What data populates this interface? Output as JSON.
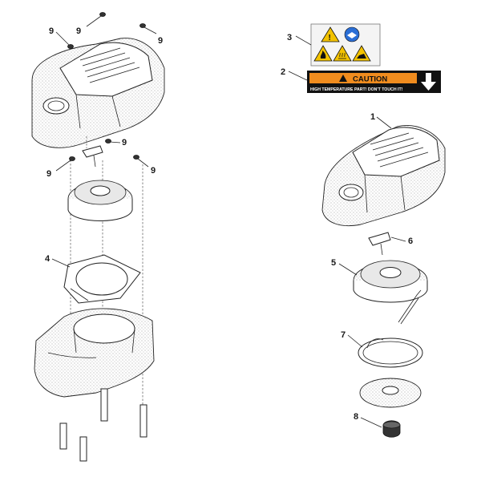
{
  "callouts": {
    "c1": "1",
    "c2": "2",
    "c3": "3",
    "c4": "4",
    "c5": "5",
    "c6": "6",
    "c7": "7",
    "c8": "8",
    "c9": "9"
  },
  "caution_label": {
    "title": "CAUTION",
    "subtitle": "HIGH TEMPERATURE PART! DON'T TOUCH IT!",
    "title_color": "#f08c1e",
    "band_color": "#111111"
  },
  "warning_label": {
    "triangle_color": "#f2c200",
    "mandatory_color": "#2a6ed6",
    "icons": [
      "warning-exclamation-icon",
      "read-manual-icon",
      "fire-hazard-icon",
      "hot-surface-icon",
      "hand-crush-icon"
    ]
  }
}
